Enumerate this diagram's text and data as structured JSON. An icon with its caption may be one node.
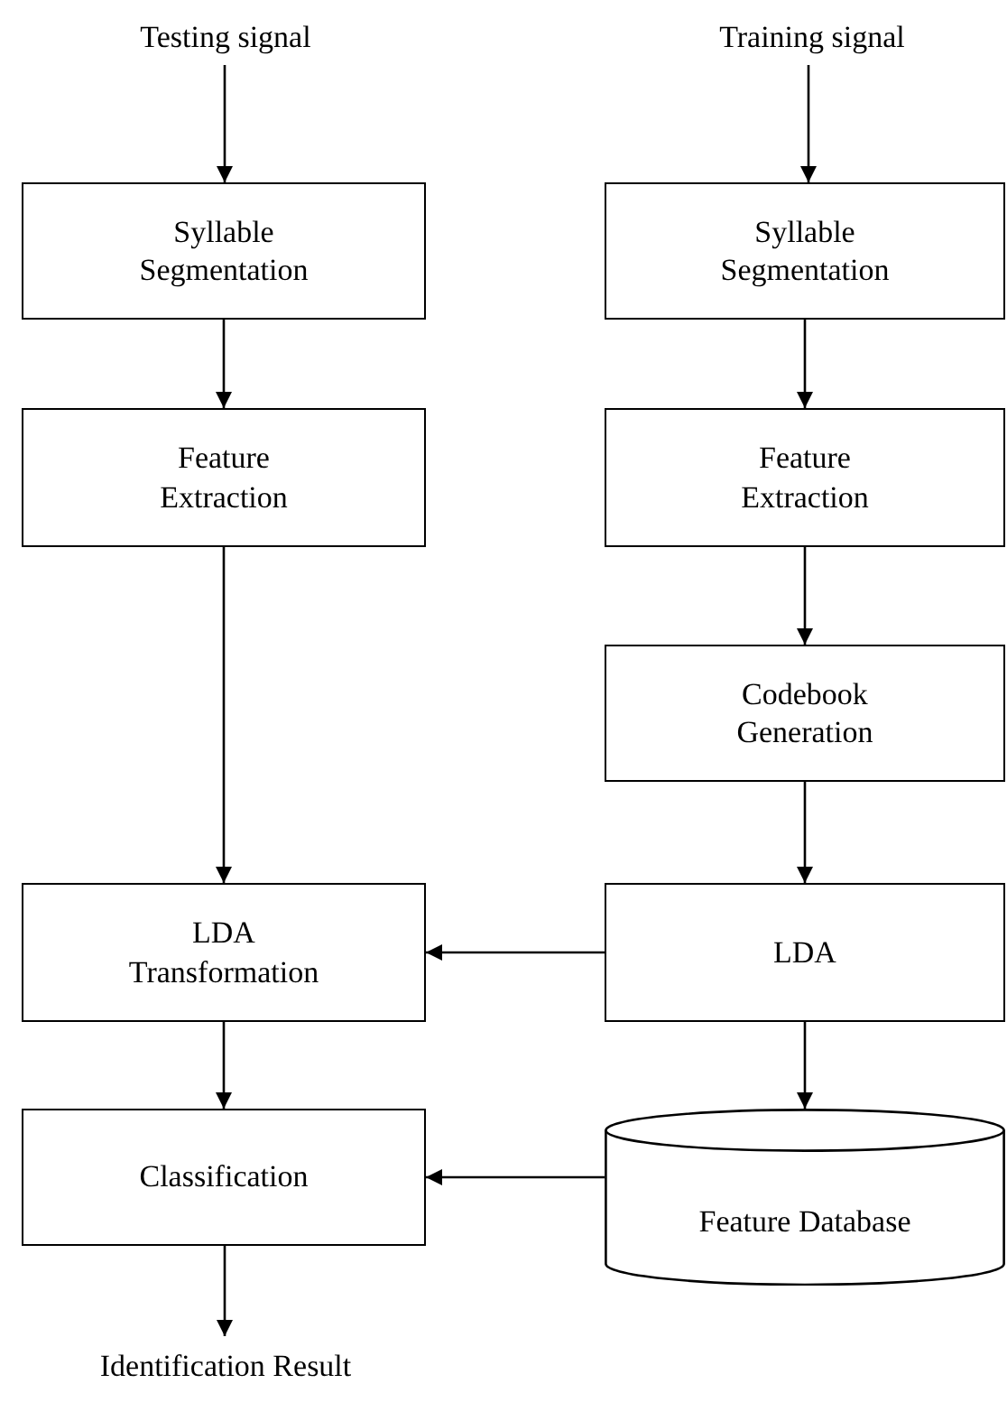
{
  "diagram": {
    "nodes": [
      {
        "text": [
          "Testing signal"
        ]
      },
      {
        "text": [
          "Training signal"
        ]
      },
      {
        "text": [
          "Syllable Segmentation"
        ]
      },
      {
        "text": [
          "Syllable Segmentation"
        ]
      },
      {
        "text": [
          "Feature Extraction"
        ]
      },
      {
        "text": [
          "Feature Extraction"
        ]
      },
      {
        "text": [
          "Codebook Generation"
        ]
      },
      {
        "text": [
          "LDA Transformation"
        ]
      },
      {
        "text": [
          "LDA"
        ]
      },
      {
        "text": [
          "Classification"
        ]
      },
      {
        "text": [
          "Feature Database"
        ]
      },
      {
        "text": [
          "Identification Result"
        ]
      }
    ],
    "edges": [
      {
        "from": 0,
        "to": 2,
        "arrow": "to"
      },
      {
        "from": 2,
        "to": 4,
        "arrow": "to"
      },
      {
        "from": 4,
        "to": 7,
        "arrow": "to"
      },
      {
        "from": 7,
        "to": 9,
        "arrow": "to"
      },
      {
        "from": 9,
        "to": 11,
        "arrow": "to"
      },
      {
        "from": 1,
        "to": 3,
        "arrow": "to"
      },
      {
        "from": 3,
        "to": 5,
        "arrow": "to"
      },
      {
        "from": 5,
        "to": 6,
        "arrow": "to"
      },
      {
        "from": 6,
        "to": 8,
        "arrow": "to"
      },
      {
        "from": 8,
        "to": 10,
        "arrow": "to"
      },
      {
        "from": 8,
        "to": 7,
        "arrow": "to"
      },
      {
        "from": 10,
        "to": 9,
        "arrow": "to"
      }
    ]
  }
}
